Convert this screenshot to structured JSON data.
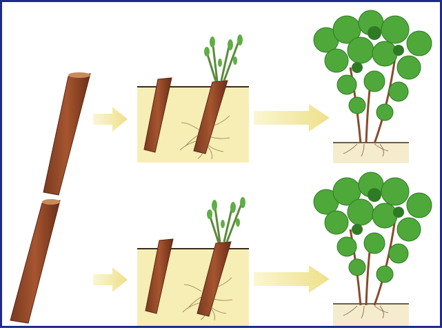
{
  "diagram": {
    "kind": "stem cutting propagation illustration",
    "rows": [
      {
        "stages": [
          "cutting",
          "cutting-in-soil",
          "sprouted-cutting-in-soil",
          "grown-plant"
        ]
      },
      {
        "stages": [
          "cutting",
          "cutting-in-soil",
          "sprouted-cutting-in-soil",
          "grown-plant"
        ]
      }
    ],
    "colors": {
      "border": "#1f2a8c",
      "stem": "#9b4a2a",
      "stem_dark": "#6b2e18",
      "soil": "#f6eeb4",
      "soil_line": "#3a2a1a",
      "arrow": "#f1e89c",
      "leaf": "#4fa83a",
      "leaf_dark": "#2f7a25",
      "ground": "#f4eccd"
    }
  }
}
